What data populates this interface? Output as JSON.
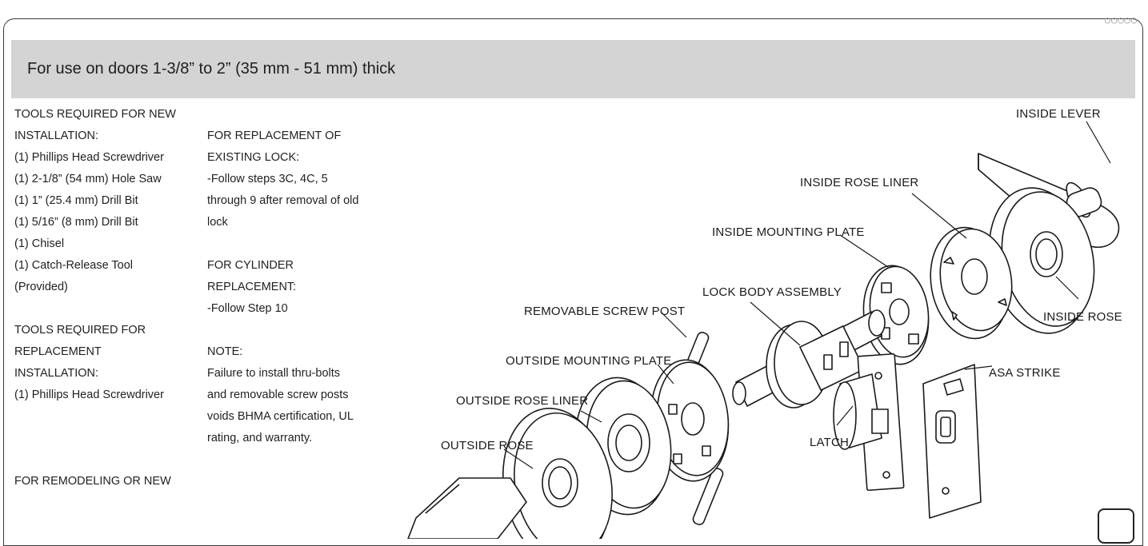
{
  "banner": {
    "text": "For use on doors 1-3/8” to 2” (35 mm - 51 mm) thick"
  },
  "left_column": {
    "new_install_heading_1": "TOOLS REQUIRED FOR NEW",
    "new_install_heading_2": "INSTALLATION:",
    "new_install_tools": [
      "(1) Phillips Head Screwdriver",
      "(1) 2-1/8” (54 mm) Hole Saw",
      "(1) 1” (25.4 mm) Drill Bit",
      "(1) 5/16” (8 mm) Drill Bit",
      "(1) Chisel",
      "(1) Catch-Release Tool",
      "(Provided)"
    ],
    "replacement_heading_1": "TOOLS REQUIRED FOR",
    "replacement_heading_2": "REPLACEMENT",
    "replacement_heading_3": "INSTALLATION:",
    "replacement_tools": [
      "(1) Phillips Head Screwdriver"
    ],
    "remodel_heading": "FOR REMODELING OR NEW"
  },
  "middle_column": {
    "replacement_lock_heading_1": "FOR REPLACEMENT OF",
    "replacement_lock_heading_2": "EXISTING LOCK:",
    "replacement_lock_lines": [
      "-Follow steps 3C, 4C, 5",
      "through 9 after removal of old",
      "lock"
    ],
    "cylinder_heading_1": "FOR CYLINDER",
    "cylinder_heading_2": "REPLACEMENT:",
    "cylinder_line": "-Follow Step 10",
    "note_heading": "NOTE:",
    "note_lines": [
      "Failure to install thru-bolts",
      "and removable screw posts",
      "voids BHMA certification, UL",
      "rating, and warranty."
    ]
  },
  "diagram": {
    "labels": {
      "inside_lever": "INSIDE LEVER",
      "inside_rose_liner": "INSIDE ROSE LINER",
      "inside_mounting_plate": "INSIDE MOUNTING PLATE",
      "lock_body_assembly": "LOCK BODY ASSEMBLY",
      "removable_screw_post": "REMOVABLE SCREW POST",
      "inside_rose": "INSIDE ROSE",
      "outside_mounting_plate": "OUTSIDE MOUNTING PLATE",
      "asa_strike": "ASA STRIKE",
      "outside_rose_liner": "OUTSIDE ROSE LINER",
      "outside_rose": "OUTSIDE ROSE",
      "latch": "LATCH"
    }
  },
  "colors": {
    "banner_bg": "#d4d4d4",
    "line": "#1a1a1a",
    "frame": "#3a3a3a"
  }
}
